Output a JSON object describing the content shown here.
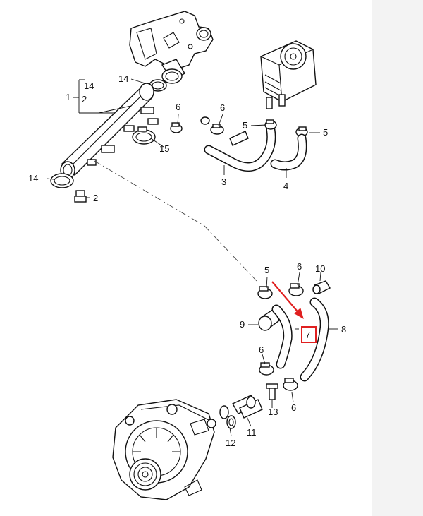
{
  "diagram": {
    "callouts": [
      {
        "id": "c14a",
        "text": "14"
      },
      {
        "id": "c1",
        "text": "1"
      },
      {
        "id": "c14b",
        "text": "14"
      },
      {
        "id": "c2b",
        "text": "2"
      },
      {
        "id": "c6a",
        "text": "6"
      },
      {
        "id": "c6b",
        "text": "6"
      },
      {
        "id": "c5a",
        "text": "5"
      },
      {
        "id": "c5b",
        "text": "5"
      },
      {
        "id": "c15",
        "text": "15"
      },
      {
        "id": "c3",
        "text": "3"
      },
      {
        "id": "c4",
        "text": "4"
      },
      {
        "id": "c14c",
        "text": "14"
      },
      {
        "id": "c2",
        "text": "2"
      },
      {
        "id": "c5c",
        "text": "5"
      },
      {
        "id": "c6c",
        "text": "6"
      },
      {
        "id": "c10",
        "text": "10"
      },
      {
        "id": "c9",
        "text": "9"
      },
      {
        "id": "c7",
        "text": "7"
      },
      {
        "id": "c8",
        "text": "8"
      },
      {
        "id": "c6d",
        "text": "6"
      },
      {
        "id": "c13",
        "text": "13"
      },
      {
        "id": "c6e",
        "text": "6"
      },
      {
        "id": "c11",
        "text": "11"
      },
      {
        "id": "c12",
        "text": "12"
      }
    ],
    "highlight": {
      "part": "7",
      "color": "#e02020"
    }
  }
}
